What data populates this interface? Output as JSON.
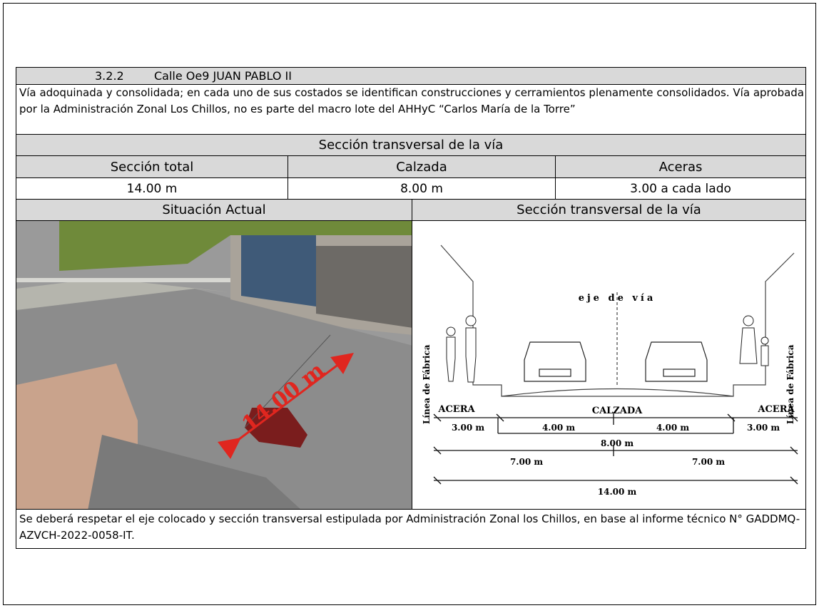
{
  "section": {
    "number": "3.2.2",
    "title": "Calle Oe9 JUAN PABLO II",
    "description": "Vía adoquinada y consolidada; en cada uno de sus costados se identifican construcciones y cerramientos plenamente consolidados. Vía aprobada por la Administración Zonal Los Chillos, no es parte del macro lote del AHHyC “Carlos María de la Torre”"
  },
  "cross_section": {
    "header": "Sección transversal de la vía",
    "columns": [
      "Sección total",
      "Calzada",
      "Aceras"
    ],
    "values": [
      "14.00 m",
      "8.00 m",
      "3.00 a cada lado"
    ]
  },
  "panels": {
    "left_header": "Situación Actual",
    "right_header": "Sección transversal de la vía"
  },
  "photo": {
    "dimension_label": "14.00 m",
    "colors": {
      "arrow": "#e0261f",
      "road": "#8f8f8f",
      "grass": "#6f8a3a"
    }
  },
  "diagram": {
    "axis_label": "eje de vía",
    "left_facade": "Línea de Fábrica",
    "right_facade": "Línea de Fábrica",
    "left_zone": "ACERA",
    "center_zone": "CALZADA",
    "right_zone": "ACERA",
    "dim_sidewalk_left": "3.00 m",
    "dim_lane_left": "4.00 m",
    "dim_lane_right": "4.00 m",
    "dim_sidewalk_right": "3.00 m",
    "dim_roadway": "8.00 m",
    "dim_half_left": "7.00 m",
    "dim_half_right": "7.00 m",
    "dim_total": "14.00 m"
  },
  "footer": "Se deberá respetar el eje colocado y sección transversal estipulada por Administración Zonal los Chillos, en base al informe técnico N° GADDMQ-AZVCH-2022-0058-IT."
}
